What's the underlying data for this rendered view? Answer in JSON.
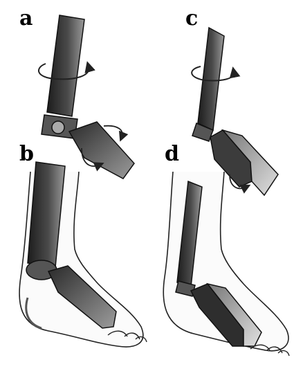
{
  "labels": {
    "a": "a",
    "b": "b",
    "c": "c",
    "d": "d"
  },
  "colors": {
    "ink": "#1a1a1a",
    "dark_fill": "#3a3a3a",
    "mid_fill": "#8a8a8a",
    "light_fill": "#d8d8d8",
    "background": "#ffffff"
  }
}
